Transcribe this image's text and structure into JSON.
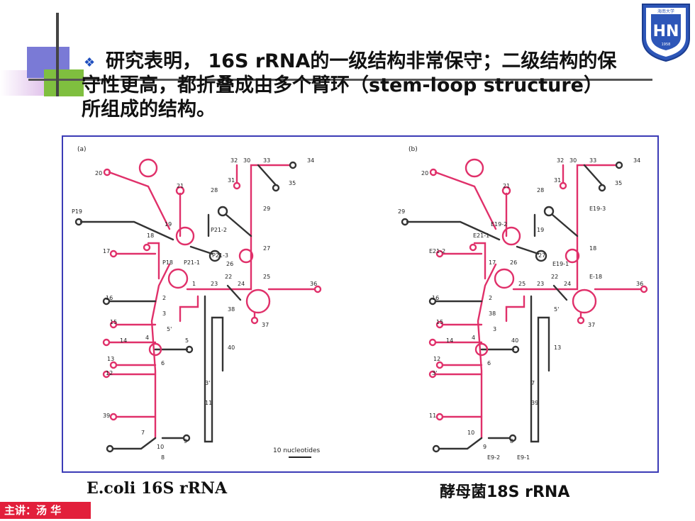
{
  "headline": "研究表明， 16S rRNA的一级结构非常保守；二级结构的保守性更高，都折叠成由多个臂环（stem-loop structure）所组成的结构。",
  "logo": {
    "top_text": "海南大学",
    "center": "HN",
    "year": "1958"
  },
  "panel_a": {
    "tag": "(a)",
    "labels": [
      "32",
      "30",
      "33",
      "34",
      "20",
      "21",
      "31",
      "35",
      "28",
      "29",
      "P19",
      "19",
      "P21-2",
      "18",
      "17",
      "27",
      "P21-3",
      "P18",
      "P21-1",
      "26",
      "22",
      "25",
      "1",
      "23",
      "24",
      "36",
      "16",
      "2",
      "38",
      "3",
      "15",
      "5'",
      "37",
      "14",
      "4",
      "5",
      "40",
      "13",
      "6",
      "12",
      "3'",
      "39",
      "11",
      "7",
      "10",
      "9",
      "8"
    ],
    "scale": "10 nucleotides"
  },
  "panel_b": {
    "tag": "(b)",
    "labels": [
      "32",
      "30",
      "33",
      "34",
      "20",
      "21",
      "31",
      "35",
      "28",
      "E19-3",
      "29",
      "E19-2",
      "19",
      "E21-1",
      "E21-2",
      "18",
      "27",
      "17",
      "26",
      "E19-1",
      "22",
      "E-18",
      "25",
      "23",
      "24",
      "36",
      "16",
      "2",
      "5'",
      "38",
      "15",
      "3",
      "37",
      "14",
      "4",
      "40",
      "13",
      "12",
      "6",
      "3'",
      "7",
      "11",
      "39",
      "10",
      "9",
      "8",
      "E9-2",
      "E9-1"
    ]
  },
  "captions": {
    "left": "E.coli 16S rRNA",
    "right": "酵母菌18S rRNA"
  },
  "footer": {
    "lecturer": "主讲：汤 华"
  }
}
